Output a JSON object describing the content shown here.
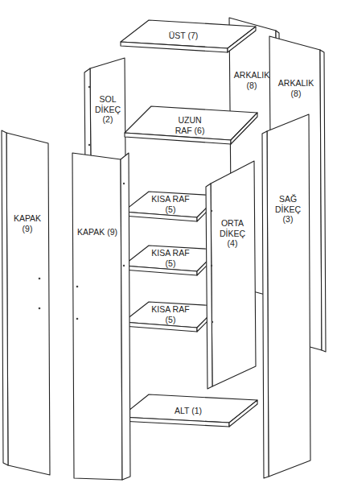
{
  "diagram": {
    "nodes": [
      {
        "text": [
          "ÜST (7)"
        ]
      },
      {
        "text": [
          "ARKALIK (8)"
        ]
      },
      {
        "text": [
          "ARKALIK (8)"
        ]
      },
      {
        "text": [
          "SOL DİKEÇ (2)"
        ]
      },
      {
        "text": [
          "UZUN RAF (6)"
        ]
      },
      {
        "text": [
          "KISA RAF (5)"
        ]
      },
      {
        "text": [
          "ORTA DİKEÇ (4)"
        ]
      },
      {
        "text": [
          "SAĞ DİKEÇ (3)"
        ]
      },
      {
        "text": [
          "KAPAK (9)"
        ]
      },
      {
        "text": [
          "KAPAK (9)"
        ]
      },
      {
        "text": [
          "KISA RAF (5)"
        ]
      },
      {
        "text": [
          "KISA RAF (5)"
        ]
      },
      {
        "text": [
          "ALT (1)"
        ]
      }
    ]
  }
}
